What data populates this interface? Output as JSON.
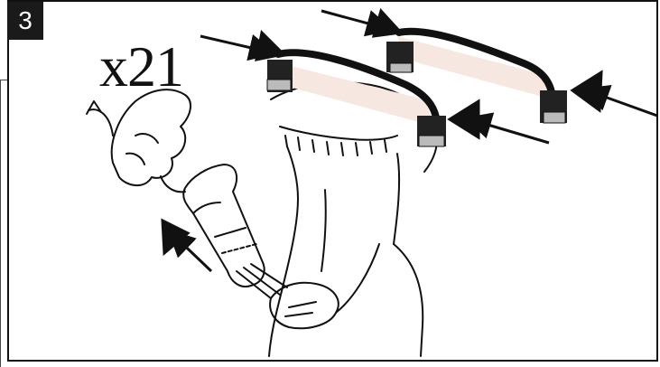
{
  "step": {
    "number": "3"
  },
  "instruction": {
    "quantity": "x21"
  },
  "colors": {
    "ink": "#111111",
    "frame": "#111111",
    "badge": "#1a1a1a",
    "bar_shadow": "#f6e8e0"
  },
  "icons": [
    "step-number-badge",
    "roof-bar-icon",
    "pointer-arrow-icon",
    "hand-tool-illustration"
  ]
}
